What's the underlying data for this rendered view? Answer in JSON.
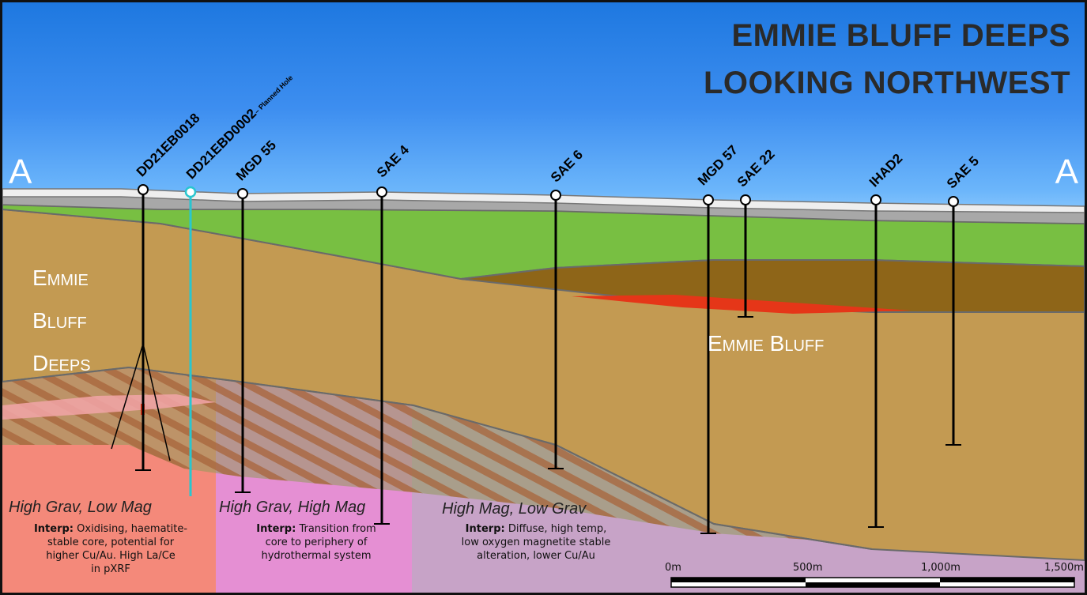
{
  "title": {
    "line1": "EMMIE BLUFF DEEPS",
    "line2": "LOOKING NORTHWEST"
  },
  "section_ends": {
    "left": "A",
    "right": "A"
  },
  "drillholes": [
    {
      "id": "DD21EB0018",
      "planned": false
    },
    {
      "id": "DD21EBD0002",
      "planned": true,
      "note": "– Planned Hole"
    },
    {
      "id": "MGD 55",
      "planned": false
    },
    {
      "id": "SAE 4",
      "planned": false
    },
    {
      "id": "SAE 6",
      "planned": false
    },
    {
      "id": "MGD 57",
      "planned": false
    },
    {
      "id": "SAE 22",
      "planned": false
    },
    {
      "id": "IHAD2",
      "planned": false
    },
    {
      "id": "SAE 5",
      "planned": false
    }
  ],
  "bodies": {
    "deeps": [
      "Emmie",
      "Bluff",
      "Deeps"
    ],
    "bluff": "Emmie Bluff"
  },
  "zones": [
    {
      "title": "High Grav, Low Mag",
      "interp_label": "Interp:",
      "lines": [
        "Oxidising, haematite-",
        "stable core, potential for",
        "higher Cu/Au. High La/Ce",
        "in pXRF"
      ],
      "color": "#f4897a"
    },
    {
      "title": "High Grav, High Mag",
      "interp_label": "Interp:",
      "lines": [
        "Transition from",
        "core to periphery of",
        "hydrothermal system"
      ],
      "color": "#e58fd3"
    },
    {
      "title": "High Mag, Low Grav",
      "interp_label": "Interp:",
      "lines": [
        "Diffuse, high temp,",
        "low oxygen magnetite stable",
        "alteration, lower Cu/Au"
      ],
      "color": "#c7a3c7"
    }
  ],
  "scale_bar": {
    "labels": [
      "0m",
      "500m",
      "1,000m",
      "1,500m"
    ]
  },
  "colors": {
    "sandstone": "#c39a52",
    "green_unit": "#78bf42",
    "dark_brown": "#8e6518",
    "ore_red": "#e53618",
    "cover_grey": "#a8a8a8",
    "planned_hole": "#29c6cf"
  }
}
